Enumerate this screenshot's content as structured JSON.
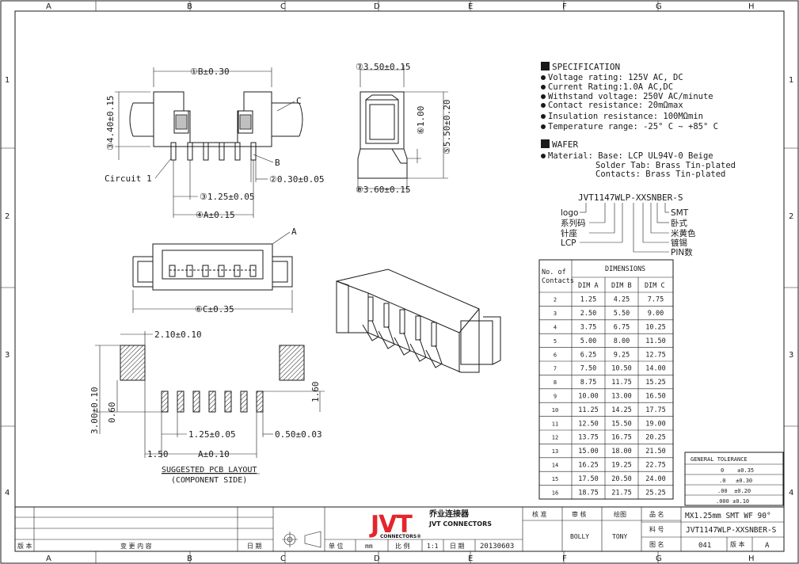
{
  "border": {
    "columns": [
      "A",
      "B",
      "C",
      "D",
      "E",
      "F",
      "G",
      "H"
    ],
    "rows": [
      "1",
      "2",
      "3",
      "4"
    ]
  },
  "drawing": {
    "dim_b": "①B±0.30",
    "dim_44": "③4.40±0.15",
    "label_c": "C",
    "label_b": "B",
    "circuit": "Circuit 1",
    "dim_030": "②0.30±0.05",
    "dim_125": "③1.25±0.05",
    "dim_a": "④A±0.15",
    "dim_35": "⑦3.50±0.15",
    "dim_100": "⑥1.00",
    "dim_55": "⑤5.50±0.20",
    "dim_36": "⑧3.60±0.15",
    "label_a": "A",
    "dim_c": "⑥C±0.35"
  },
  "pcb": {
    "dim_210": "2.10±0.10",
    "dim_300": "3.00±0.10",
    "dim_060": "0.60",
    "dim_160": "1.60",
    "dim_125": "1.25±0.05",
    "dim_050": "0.50±0.03",
    "dim_150": "1.50",
    "dim_a": "A±0.10",
    "caption": "SUGGESTED PCB LAYOUT",
    "caption2": "(COMPONENT SIDE)"
  },
  "spec": {
    "title": "SPECIFICATION",
    "items": [
      "Voltage rating: 125V AC, DC",
      "Current Rating:1.0A AC,DC",
      "Withstand voltage: 250V AC/minute",
      "Contact resistance: 20mΩmax",
      "Insulation resistance: 100MΩmin",
      "Temperature range: -25° C ~ +85° C"
    ],
    "wafer_title": "WAFER",
    "material_1": "Material: Base: LCP UL94V-0 Beige",
    "material_2": "Solder Tab: Brass Tin-plated",
    "material_3": "Contacts: Brass Tin-plated"
  },
  "part_code": {
    "code": "JVT1147WLP-XXSNBER-S",
    "left": [
      "logo",
      "系列码",
      "针座",
      "LCP"
    ],
    "right": [
      "SMT",
      "卧式",
      "米黄色",
      "镀锡",
      "PIN数"
    ]
  },
  "dim_table": {
    "no_of_contacts": "No. of Contacts",
    "dimensions": "DIMENSIONS",
    "headers": [
      "DIM A",
      "DIM B",
      "DIM C"
    ],
    "rows": [
      [
        "2",
        "1.25",
        "4.25",
        "7.75"
      ],
      [
        "3",
        "2.50",
        "5.50",
        "9.00"
      ],
      [
        "4",
        "3.75",
        "6.75",
        "10.25"
      ],
      [
        "5",
        "5.00",
        "8.00",
        "11.50"
      ],
      [
        "6",
        "6.25",
        "9.25",
        "12.75"
      ],
      [
        "7",
        "7.50",
        "10.50",
        "14.00"
      ],
      [
        "8",
        "8.75",
        "11.75",
        "15.25"
      ],
      [
        "9",
        "10.00",
        "13.00",
        "16.50"
      ],
      [
        "10",
        "11.25",
        "14.25",
        "17.75"
      ],
      [
        "11",
        "12.50",
        "15.50",
        "19.00"
      ],
      [
        "12",
        "13.75",
        "16.75",
        "20.25"
      ],
      [
        "13",
        "15.00",
        "18.00",
        "21.50"
      ],
      [
        "14",
        "16.25",
        "19.25",
        "22.75"
      ],
      [
        "15",
        "17.50",
        "20.50",
        "24.00"
      ],
      [
        "16",
        "18.75",
        "21.75",
        "25.25"
      ]
    ]
  },
  "tolerance": {
    "title": "GENERAL TOLERANCE",
    "rows": [
      "0    ±0.35",
      ".0   ±0.30",
      ".00  ±0.20",
      ".000 ±0.10"
    ]
  },
  "title_block": {
    "rev": "版 本",
    "change": "变 更 内 容",
    "date": "日 期",
    "unit_label": "单 位",
    "unit": "mm",
    "scale_label": "比 例",
    "scale": "1:1",
    "date_label": "日 期",
    "date_value": "20130603",
    "logo": "JVT",
    "company_cn": "乔业连接器",
    "company_en": "JVT CONNECTORS",
    "connectors": "CONNECTORS®",
    "approve": "核 准",
    "review": "审 核",
    "draw": "绘图",
    "reviewer": "BOLLY",
    "drawer": "TONY",
    "name_label": "品 名",
    "name_value": "MX1.25mm SMT WF 90°",
    "part_label": "料 号",
    "part_value": "JVT1147WLP-XXSNBER-S",
    "drawing_label": "图 名",
    "drawing_value": "041",
    "version_label": "版 本",
    "version_value": "A"
  }
}
